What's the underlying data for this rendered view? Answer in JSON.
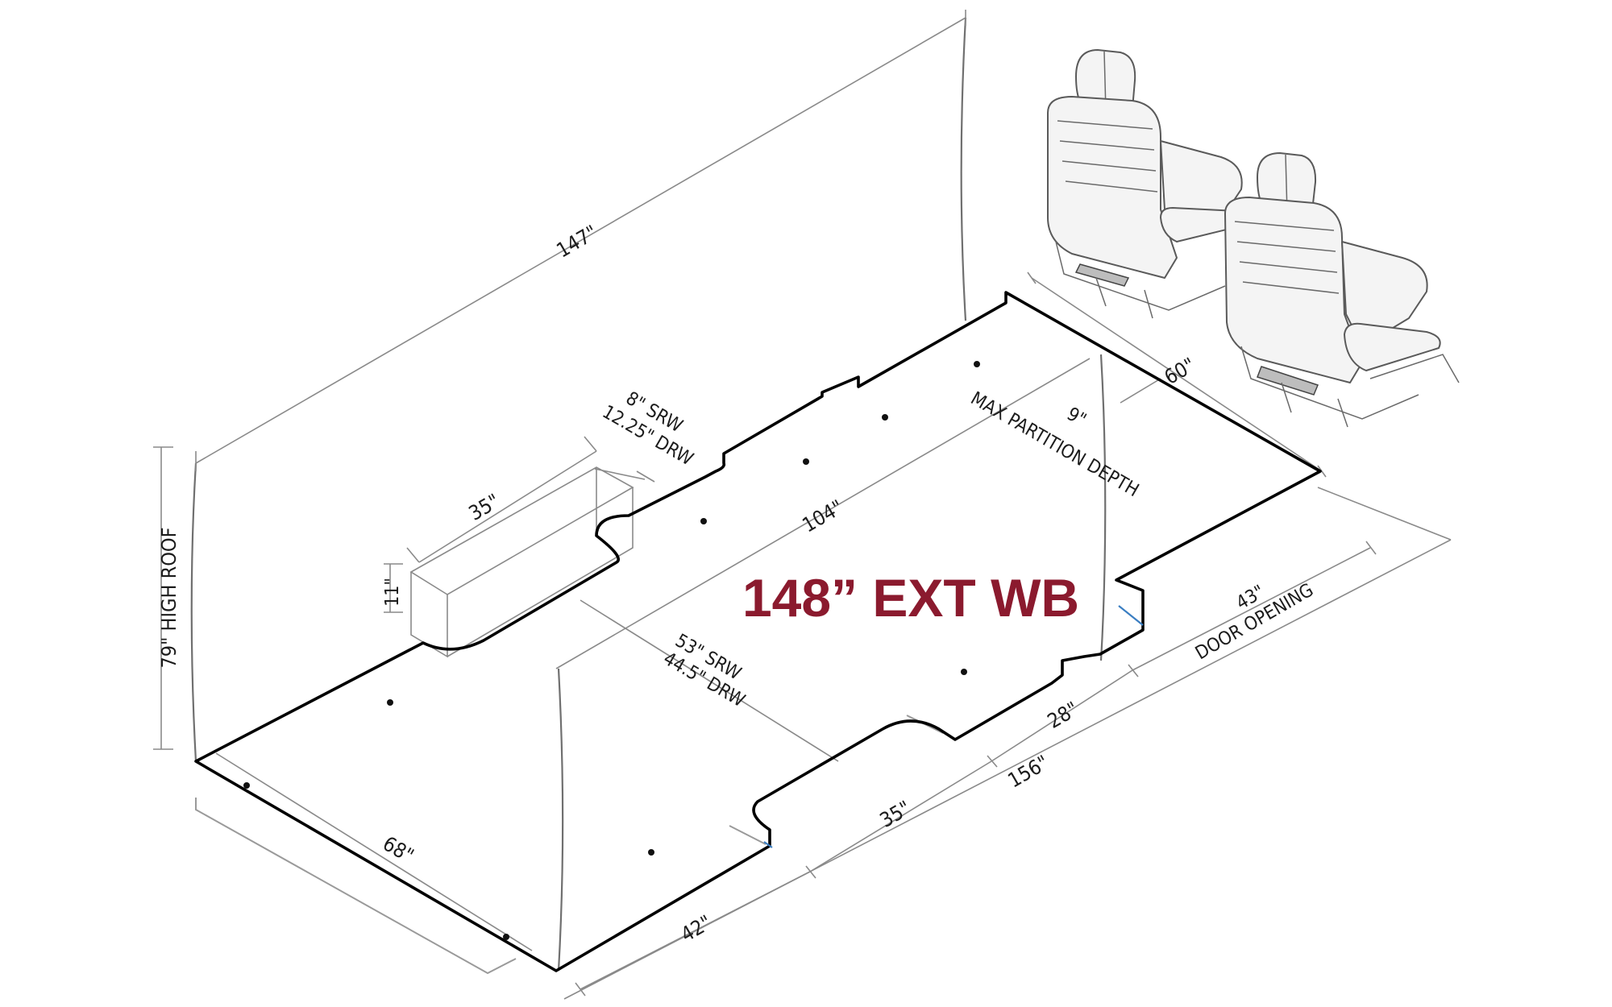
{
  "title": "148” EXT WB",
  "colors": {
    "title": "#8b1a2e",
    "floor_outline": "#000000",
    "dimension_lines": "#8a8a8a"
  },
  "dimensions": {
    "overall_length": "147\"",
    "roof_height": "79\" HIGH ROOF",
    "wheel_well_width_srw": "8\" SRW",
    "wheel_well_width_drw": "12.25\" DRW",
    "wheel_well_length": "35\"",
    "wheel_well_height": "11\"",
    "between_wheel_wells": "104\"",
    "cab_width": "60\"",
    "partition_depth_value": "9\"",
    "partition_depth_label": "MAX PARTITION DEPTH",
    "door_opening_value": "43\"",
    "door_opening_label": "DOOR OPENING",
    "between_wells_srw": "53\" SRW",
    "between_wells_drw": "44.5\" DRW",
    "door_to_cab": "28\"",
    "floor_length": "156\"",
    "rear_width": "68\"",
    "step_length": "35\"",
    "rear_section": "42\""
  }
}
